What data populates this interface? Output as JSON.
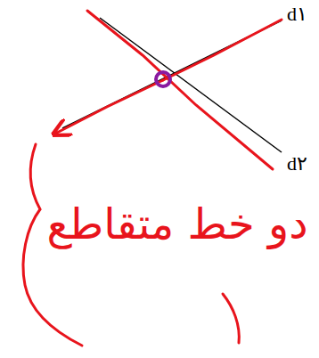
{
  "diagram": {
    "labels": [
      "d۱",
      "d۲",
      "دو خط متقاطع"
    ]
  }
}
